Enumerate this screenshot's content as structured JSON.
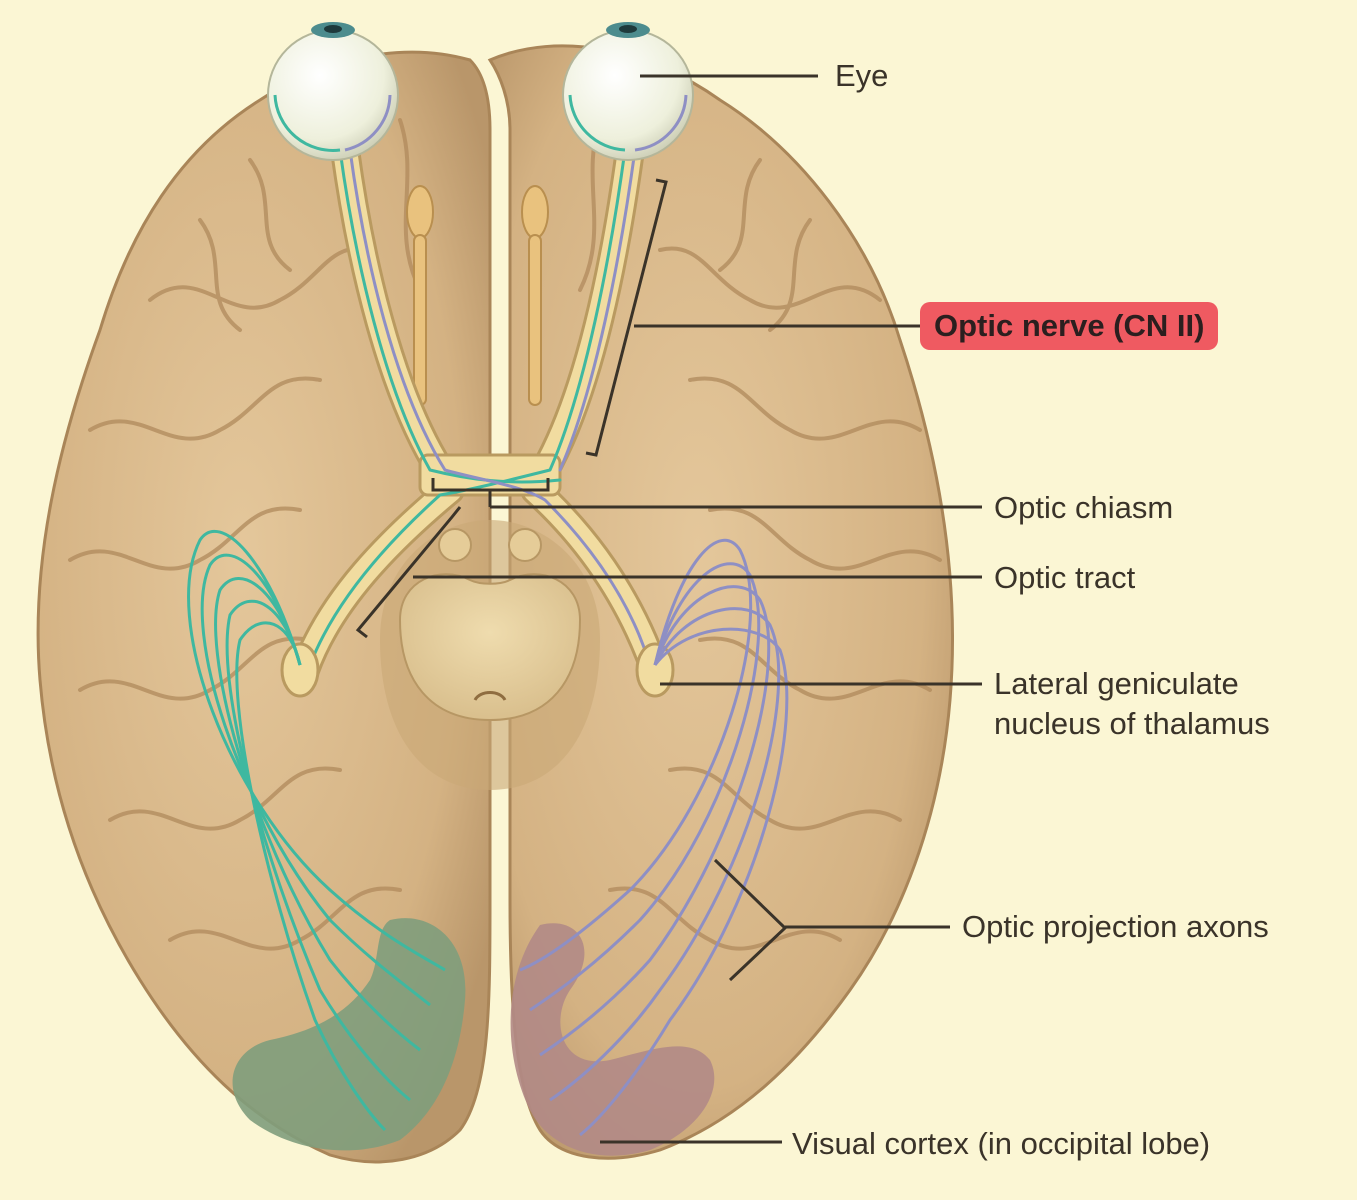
{
  "colors": {
    "background": "#fbf6d4",
    "brain": "#d8b98c",
    "brain_shadow": "#b99567",
    "nerve": "#f1dca0",
    "left_axons": "#3fb8a0",
    "right_axons": "#8e8fc4",
    "left_visual_cortex": "#7f9d7c",
    "right_visual_cortex": "#b18a86",
    "highlight": "#ef5a61",
    "leader_line": "#3a3329"
  },
  "labels": {
    "eye": "Eye",
    "optic_nerve": "Optic nerve (CN II)",
    "optic_chiasm": "Optic chiasm",
    "optic_tract": "Optic tract",
    "lgn_line1": "Lateral geniculate",
    "lgn_line2": "nucleus of thalamus",
    "projection_axons": "Optic projection axons",
    "visual_cortex": "Visual cortex (in occipital lobe)"
  },
  "highlighted_label": "optic_nerve"
}
